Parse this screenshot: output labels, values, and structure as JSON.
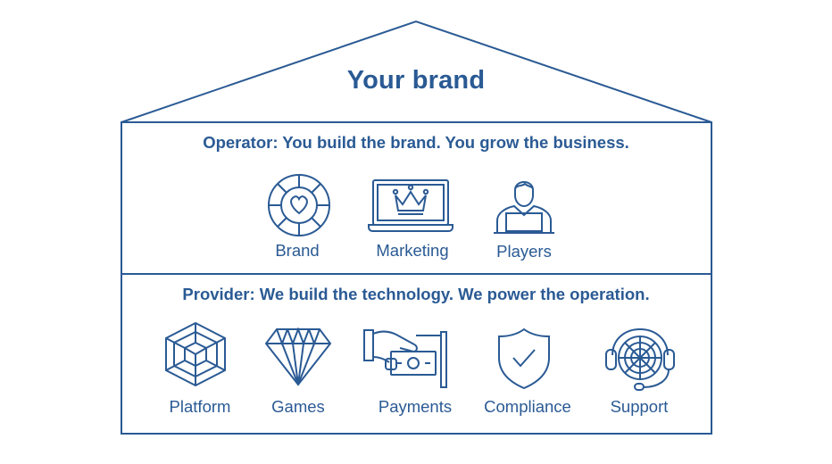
{
  "house": {
    "roof_title": "Your brand",
    "operator": {
      "heading": "Operator: You build the brand. You grow the business.",
      "items": [
        {
          "label": "Brand",
          "icon": "heart-chip-icon"
        },
        {
          "label": "Marketing",
          "icon": "laptop-crown-icon"
        },
        {
          "label": "Players",
          "icon": "person-laptop-icon"
        }
      ]
    },
    "provider": {
      "heading": "Provider: We build the technology. We power the operation.",
      "items": [
        {
          "label": "Platform",
          "icon": "cube-icon"
        },
        {
          "label": "Games",
          "icon": "diamond-icon"
        },
        {
          "label": "Payments",
          "icon": "hand-cash-icon"
        },
        {
          "label": "Compliance",
          "icon": "shield-check-icon"
        },
        {
          "label": "Support",
          "icon": "headset-roulette-icon"
        }
      ]
    }
  },
  "colors": {
    "line": "#2a5a94",
    "text": "#2a5a94",
    "background": "#ffffff"
  }
}
